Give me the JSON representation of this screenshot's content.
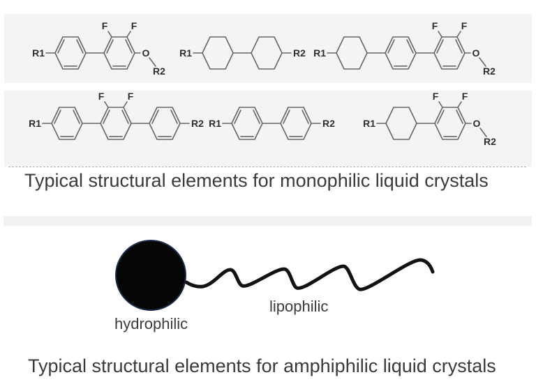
{
  "monophilic": {
    "caption": "Typical structural elements for monophilic liquid crystals",
    "atom_labels": {
      "r1": "R1",
      "r2": "R2",
      "f": "F",
      "o": "O"
    },
    "molecules": [
      {
        "name": "phenyl-difluorophenyl ether",
        "rings": [
          "phenyl",
          "phenyl-2F"
        ],
        "left_terminal": "R1",
        "right_terminal": "O-R2"
      },
      {
        "name": "bicyclohexyl",
        "rings": [
          "cyclohexyl",
          "cyclohexyl"
        ],
        "left_terminal": "R1",
        "right_terminal": "R2"
      },
      {
        "name": "cyclohexyl-phenyl-difluorophenyl ether",
        "rings": [
          "cyclohexyl",
          "phenyl",
          "phenyl-2F"
        ],
        "left_terminal": "R1",
        "right_terminal": "O-R2"
      },
      {
        "name": "difluoro-terphenyl",
        "rings": [
          "phenyl",
          "phenyl-2F",
          "phenyl"
        ],
        "left_terminal": "R1",
        "right_terminal": "R2"
      },
      {
        "name": "biphenyl",
        "rings": [
          "phenyl",
          "phenyl"
        ],
        "left_terminal": "R1",
        "right_terminal": "R2"
      },
      {
        "name": "cyclohexyl-difluorophenyl ether",
        "rings": [
          "cyclohexyl",
          "phenyl-2F"
        ],
        "left_terminal": "R1",
        "right_terminal": "O-R2"
      }
    ]
  },
  "amphiphilic": {
    "caption": "Typical structural elements for amphiphilic liquid crystals",
    "head_label": "hydrophilic",
    "tail_label": "lipophilic"
  },
  "colors": {
    "bond": "#666666",
    "atom_text": "#2d2d2d",
    "caption_text": "#3a3a3a",
    "strip_bg": "#f4f4f4",
    "head_fill": "#060606",
    "head_outline": "#1e2c4e",
    "tail_stroke": "#121212",
    "label_text": "#3b3b3b"
  }
}
